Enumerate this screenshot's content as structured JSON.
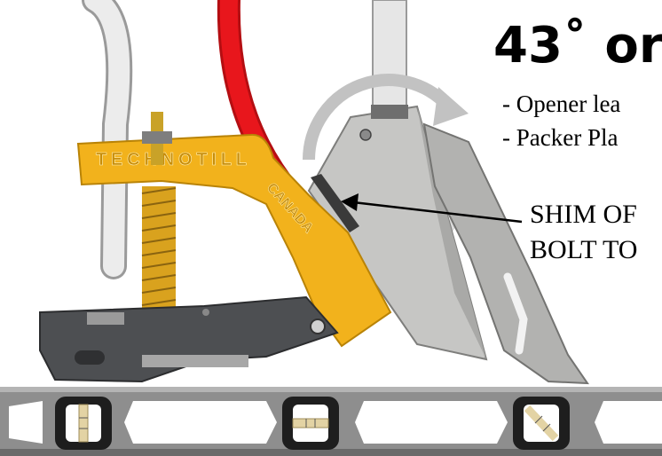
{
  "headline": "43˚ or",
  "bullets": [
    "- Opener lea",
    "- Packer Pla"
  ],
  "callout": {
    "line1": "SHIM OF",
    "line2": "BOLT TO"
  },
  "parts": {
    "bracket_brand": "TECHNOTILL",
    "bracket_origin": "CANADA"
  },
  "colors": {
    "bracket_yellow": "#f2b21c",
    "red_hose": "#e8161c",
    "white_shank": "#ececec",
    "dark_body": "#4d4f52",
    "galvanized": "#c6c6c4",
    "level_frame": "#8e8e8e",
    "rotation_arrow": "#c2c2c2"
  },
  "icons": [
    "rotation-arrow-icon",
    "bolt-icon",
    "bubble-vial-icon"
  ]
}
